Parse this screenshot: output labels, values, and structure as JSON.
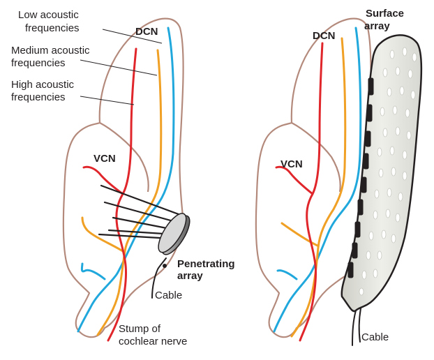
{
  "labels": {
    "low_freq": [
      "Low acoustic",
      "frequencies"
    ],
    "medium_freq": [
      "Medium acoustic",
      "frequencies"
    ],
    "high_freq": [
      "High acoustic",
      "frequencies"
    ],
    "dcn_left": "DCN",
    "vcn_left": "VCN",
    "penetrating_array": [
      "Penetrating",
      "array"
    ],
    "cable_left": "Cable",
    "stump": [
      "Stump of",
      "cochlear nerve"
    ],
    "dcn_right": "DCN",
    "vcn_right": "VCN",
    "surface_array": [
      "Surface",
      "array"
    ],
    "cable_right": "Cable"
  },
  "colors": {
    "low_frequency_fiber": "#20a8dc",
    "medium_frequency_fiber": "#f0a024",
    "high_frequency_fiber": "#e0262b",
    "nucleus_outline": "#b48a7c"
  }
}
